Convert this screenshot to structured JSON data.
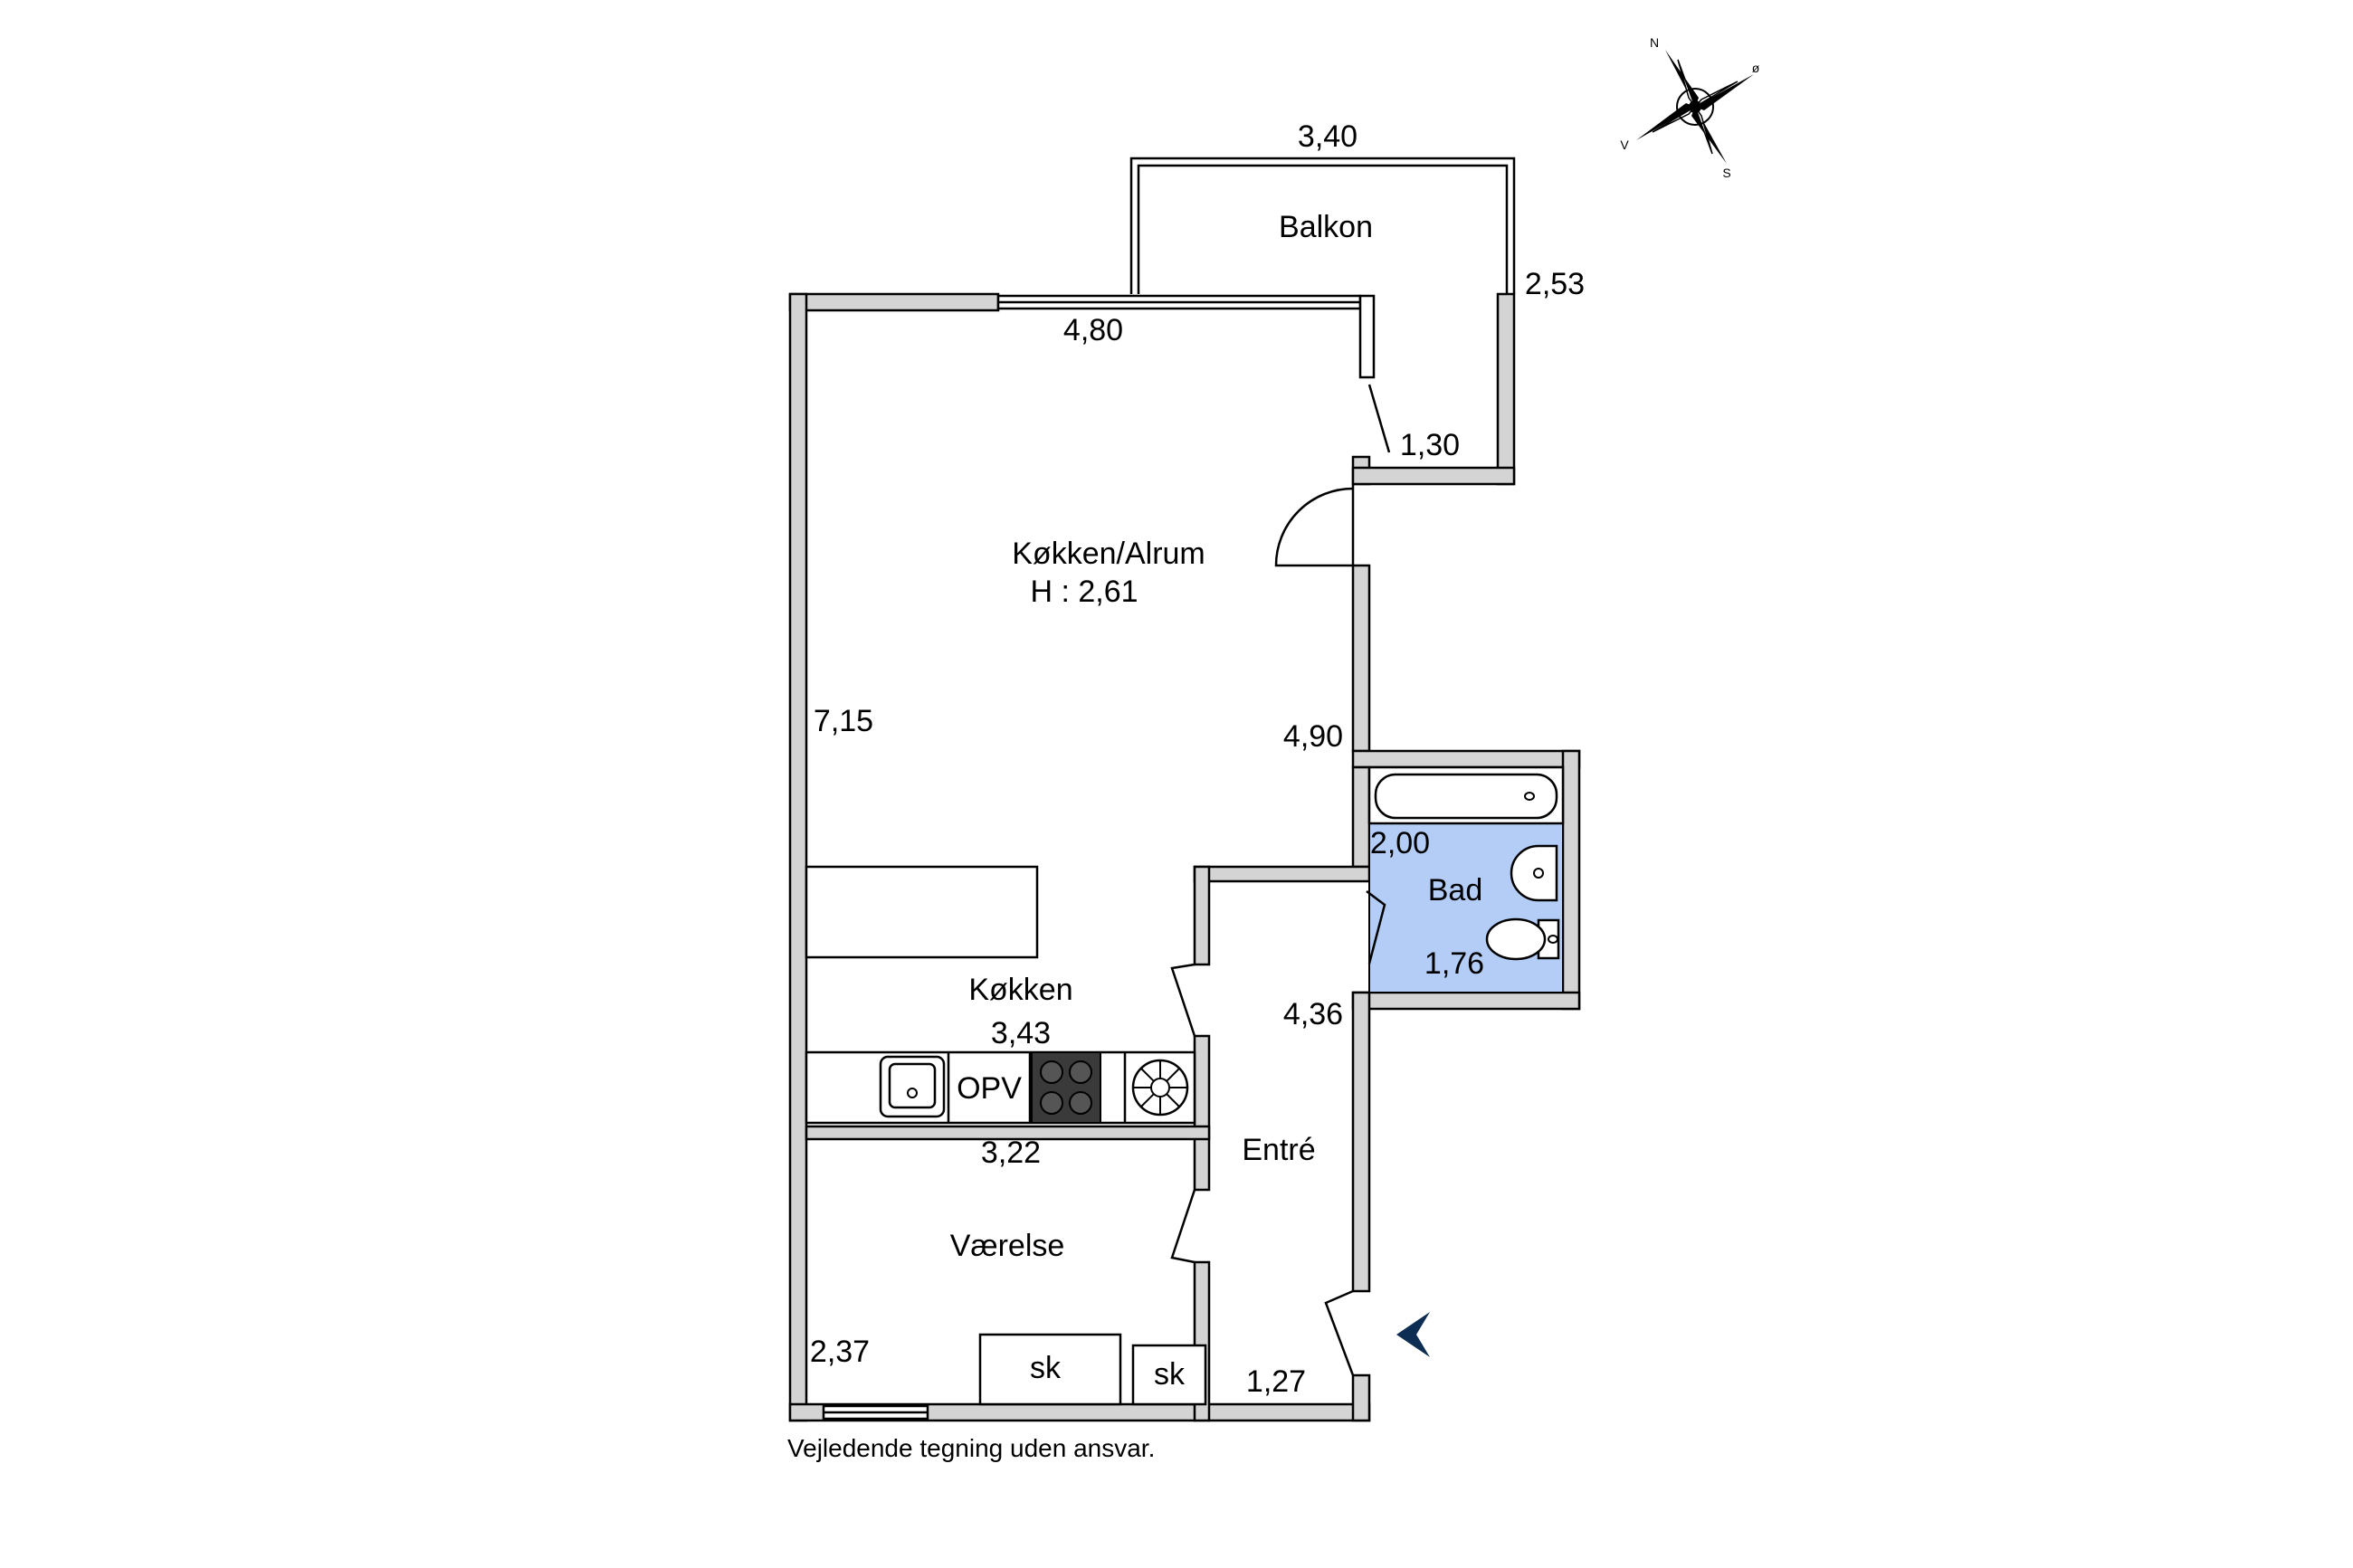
{
  "rooms": {
    "balkon": "Balkon",
    "kokken_alrum": "Køkken/Alrum",
    "ceiling_height": "H : 2,61",
    "kokken": "Køkken",
    "bad": "Bad",
    "entre": "Entré",
    "vaerelse": "Værelse"
  },
  "dimensions": {
    "balkon_width": "3,40",
    "balkon_depth": "2,53",
    "alrum_top": "4,80",
    "balkon_inner": "1,30",
    "alrum_height": "7,15",
    "alrum_right": "4,90",
    "bad_width": "2,00",
    "bad_depth": "1,76",
    "entre_height": "4,36",
    "kitchen_length": "3,43",
    "vaerelse_width": "3,22",
    "vaerelse_depth": "2,37",
    "entre_width": "1,27"
  },
  "fixtures": {
    "dishwasher": "OPV",
    "closet_1": "sk",
    "closet_2": "sk"
  },
  "compass": {
    "n": "N",
    "o": "ø",
    "s": "S",
    "v": "V"
  },
  "disclaimer": "Vejledende tegning uden ansvar.",
  "colors": {
    "bath_fill": "#b3cdf7",
    "wall_fill": "#d4d4d4",
    "entrance_marker": "#0d2d52"
  }
}
